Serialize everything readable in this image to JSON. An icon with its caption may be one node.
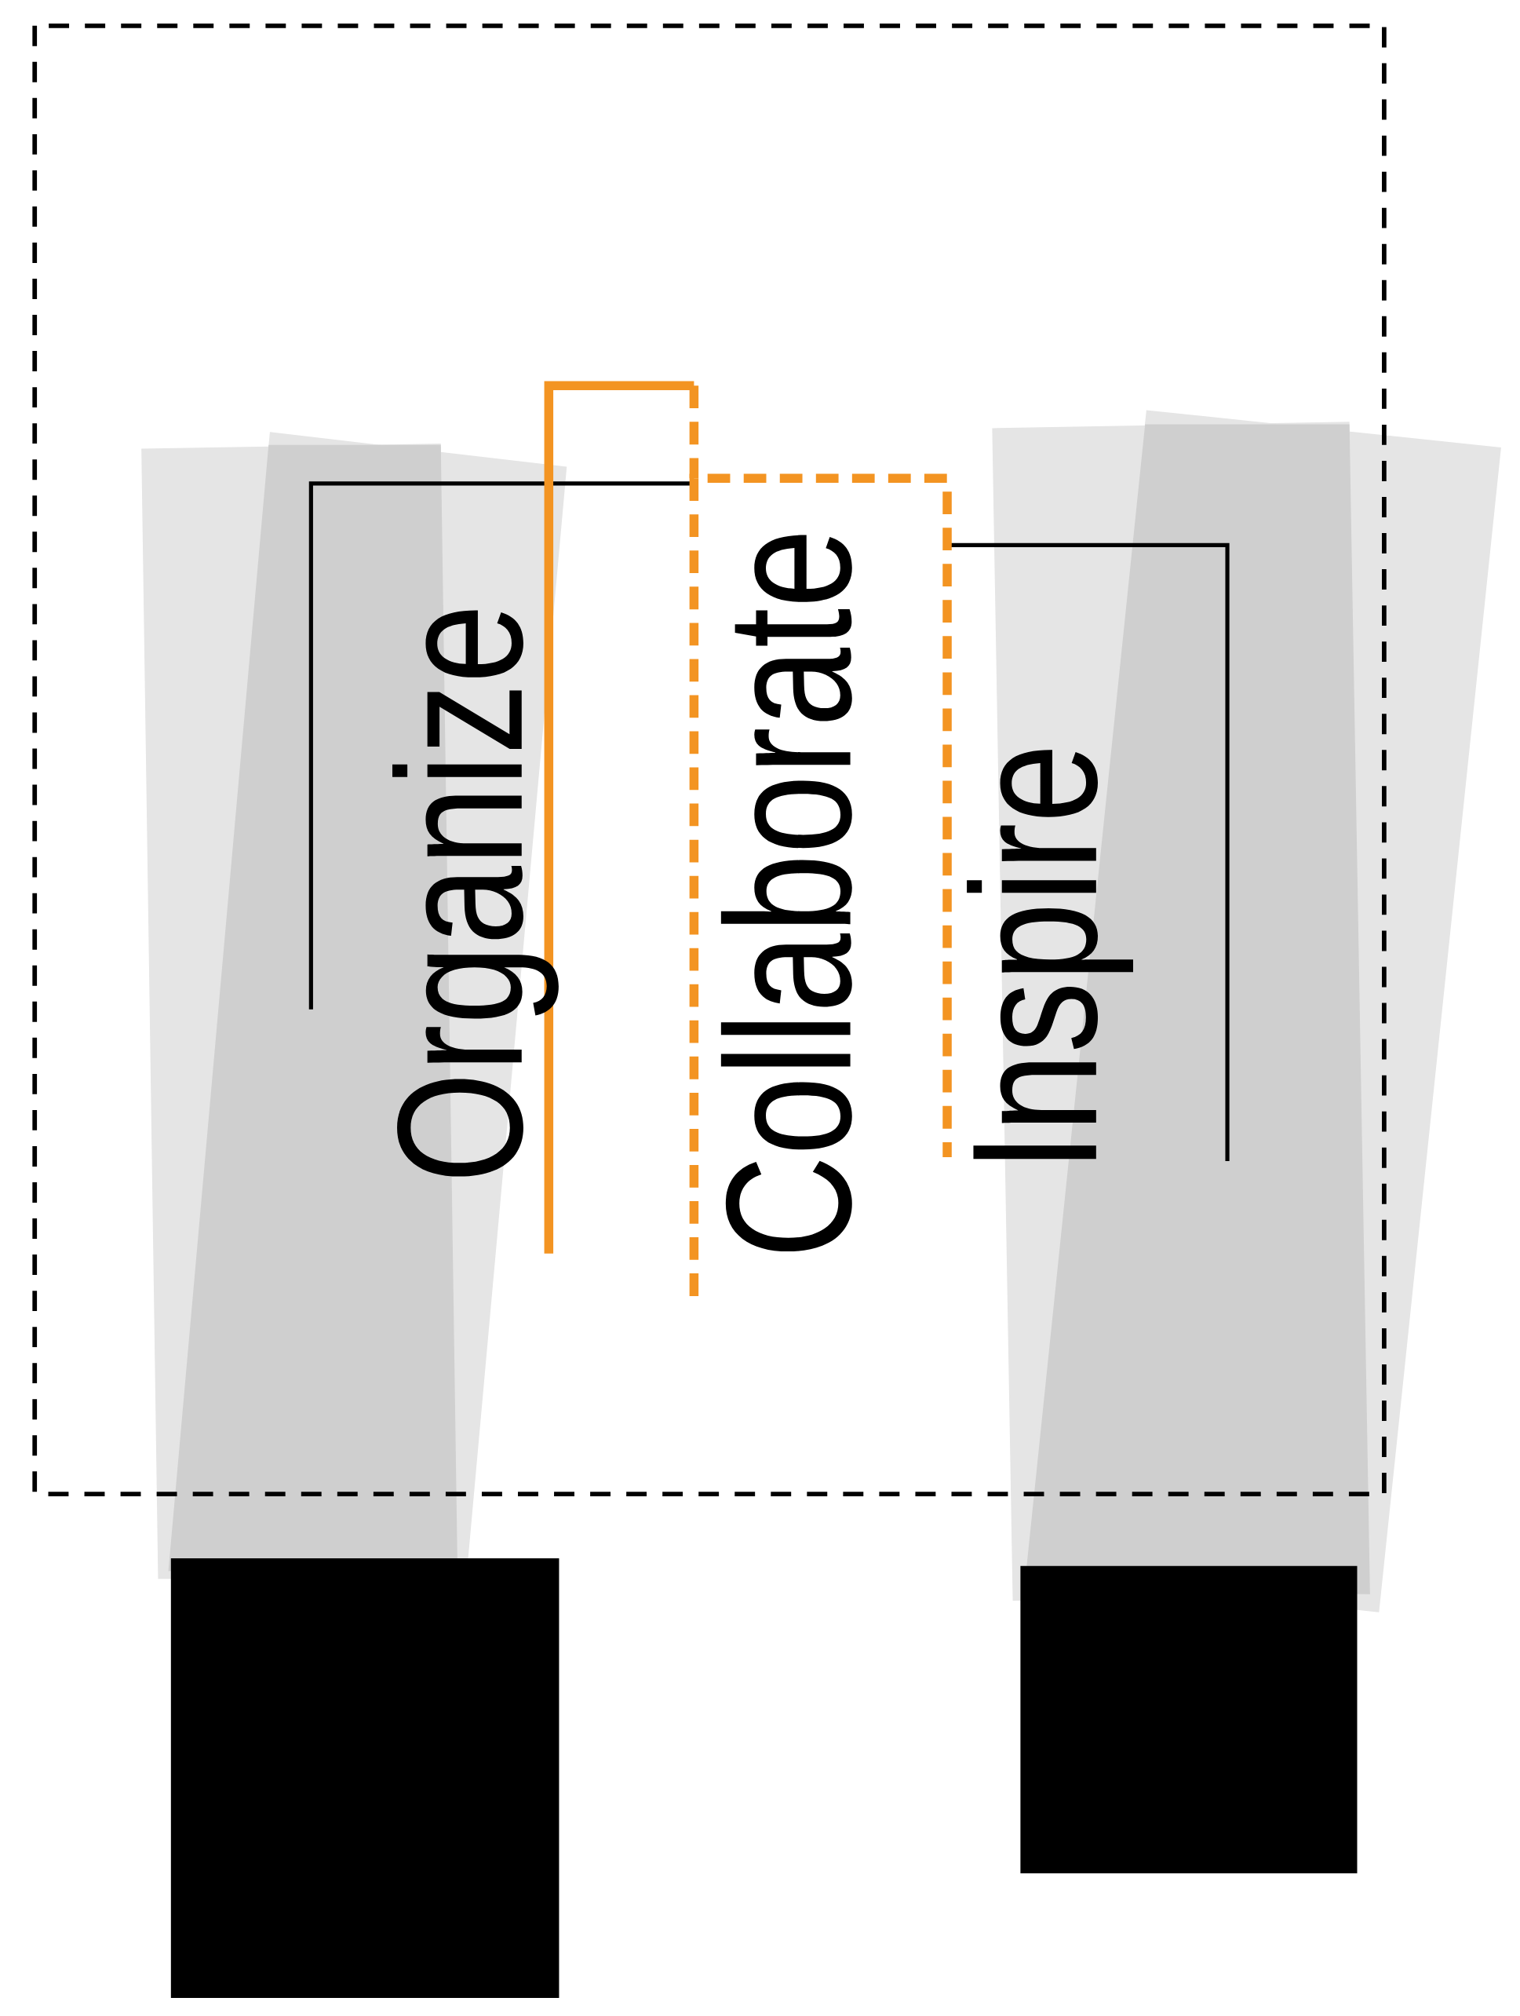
{
  "diagram": {
    "nodes": [
      {
        "text": [
          "Collaborate"
        ]
      }
    ],
    "labels": [
      "Organize",
      "Inspire"
    ]
  }
}
